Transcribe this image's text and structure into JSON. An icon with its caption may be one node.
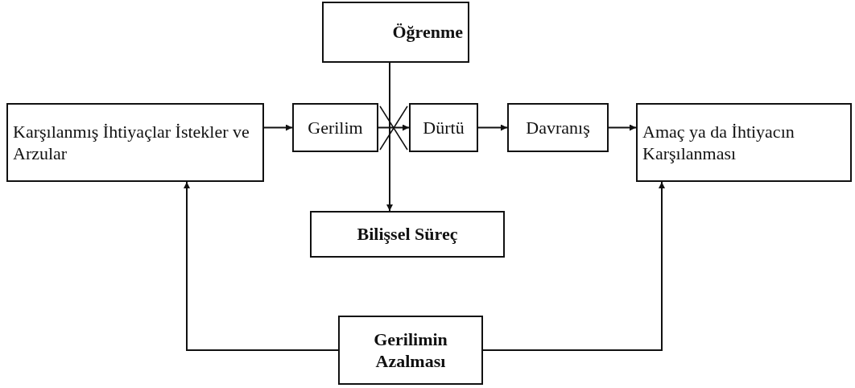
{
  "diagram": {
    "nodes": [
      {
        "text": [
          "Öğrenme"
        ]
      },
      {
        "text": [
          "Karşılanmış İhtiyaçlar İstekler ve Arzular"
        ]
      },
      {
        "text": [
          "Gerilim"
        ]
      },
      {
        "text": [
          "Dürtü"
        ]
      },
      {
        "text": [
          "Davranış"
        ]
      },
      {
        "text": [
          "Amaç ya da İhtiyacın Karşılanması"
        ]
      },
      {
        "text": [
          "Bilişsel Süreç"
        ]
      },
      {
        "text": [
          "Gerilimin Azalması"
        ]
      }
    ],
    "edges": [
      {
        "from": 1,
        "to": 2,
        "arrow": "to"
      },
      {
        "from": 2,
        "to": 3,
        "arrow": "to"
      },
      {
        "from": 3,
        "to": 4,
        "arrow": "to"
      },
      {
        "from": 4,
        "to": 5,
        "arrow": "to"
      },
      {
        "from": 0,
        "to": 6,
        "arrow": "to"
      },
      {
        "from": 7,
        "to": 1,
        "arrow": "to"
      },
      {
        "from": 7,
        "to": 5,
        "arrow": "to"
      }
    ]
  }
}
